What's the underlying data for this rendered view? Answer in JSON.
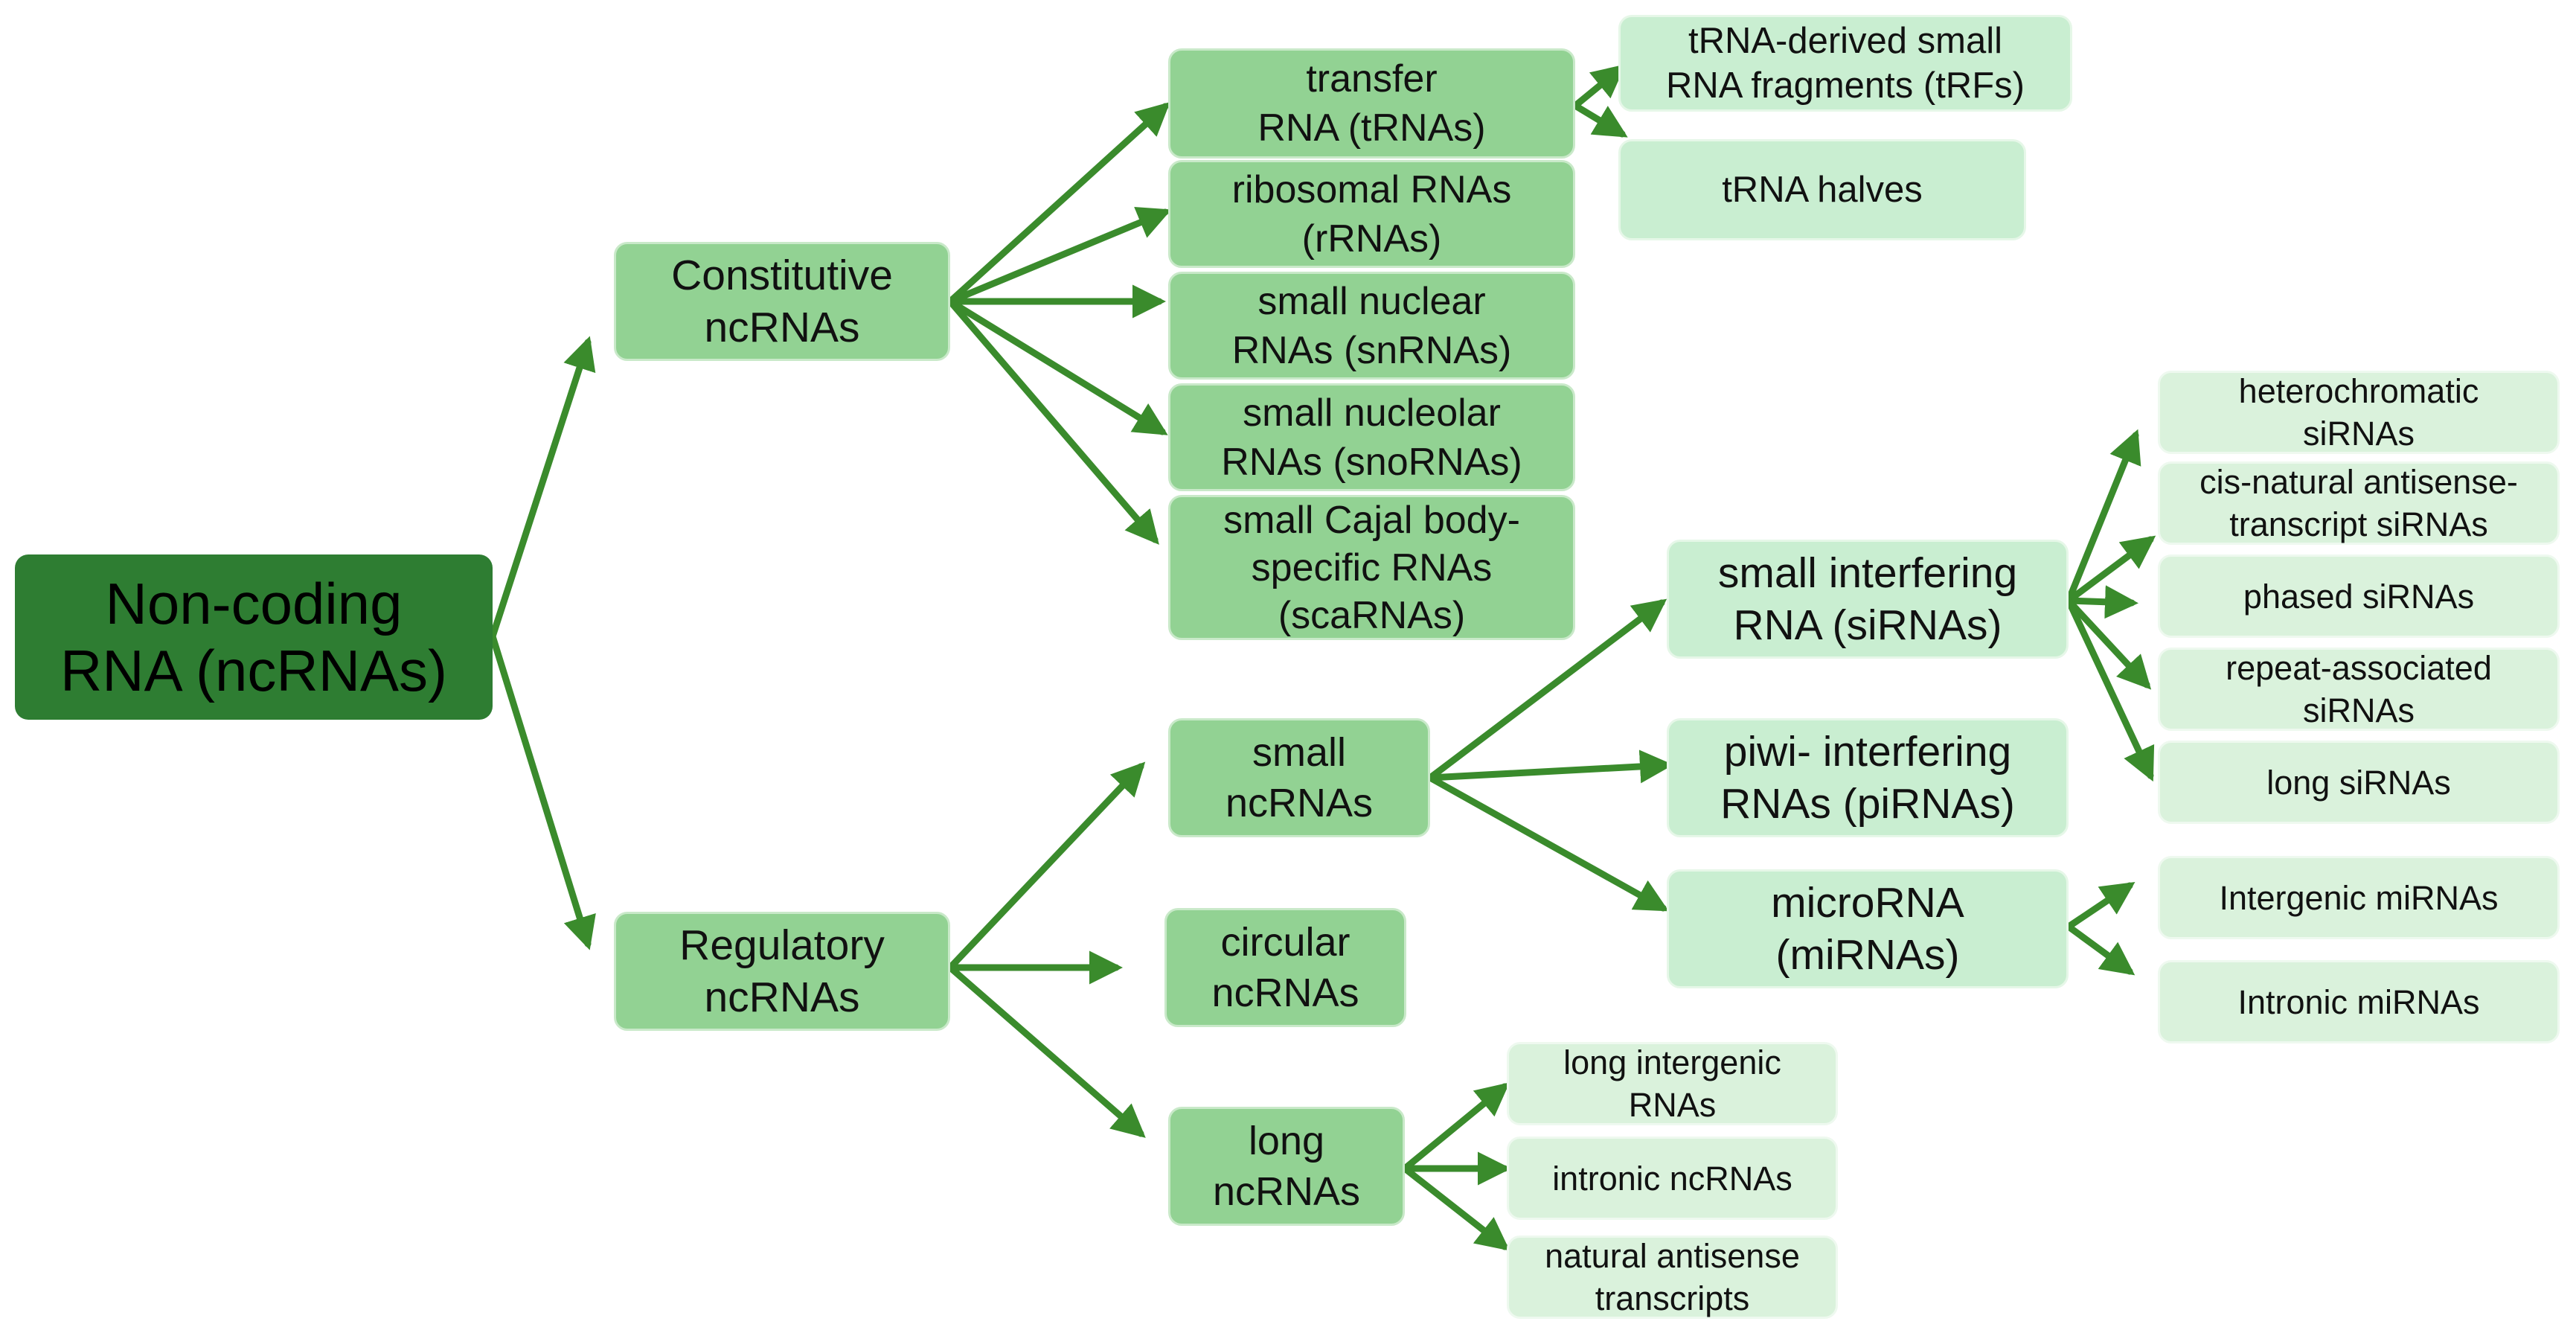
{
  "colors": {
    "root": "#2e7d32",
    "level1": "#92d293",
    "level2": "#92d293",
    "level3": "#c9eed1",
    "level4": "#daf2dc",
    "arrow": "#3a8b2c"
  },
  "nodes": {
    "root": "Non-coding\nRNA (ncRNAs)",
    "constitutive": "Constitutive\nncRNAs",
    "regulatory": "Regulatory\nncRNAs",
    "trna": "transfer\nRNA (tRNAs)",
    "rrna": "ribosomal RNAs\n(rRNAs)",
    "snrna": "small nuclear\nRNAs (snRNAs)",
    "snorna": "small nucleolar\nRNAs (snoRNAs)",
    "scarna": "small Cajal body-\nspecific RNAs\n(scaRNAs)",
    "trfs": "tRNA-derived small\nRNA fragments (tRFs)",
    "trna_halves": "tRNA halves",
    "small_ncrnas": "small\nncRNAs",
    "circular_ncrnas": "circular\nncRNAs",
    "long_ncrnas": "long\nncRNAs",
    "sirnas": "small interfering\nRNA (siRNAs)",
    "pirnas": "piwi- interfering\nRNAs (piRNAs)",
    "mirnas": "microRNA\n(miRNAs)",
    "heterochromatic": "heterochromatic\nsiRNAs",
    "cis_natural": "cis-natural antisense-\ntranscript siRNAs",
    "phased": "phased siRNAs",
    "repeat_associated": "repeat-associated\nsiRNAs",
    "long_sirnas": "long siRNAs",
    "intergenic_mirnas": "Intergenic miRNAs",
    "intronic_mirnas": "Intronic miRNAs",
    "long_intergenic": "long intergenic\nRNAs",
    "intronic_ncrnas": "intronic ncRNAs",
    "natural_antisense": "natural antisense\ntranscripts"
  }
}
